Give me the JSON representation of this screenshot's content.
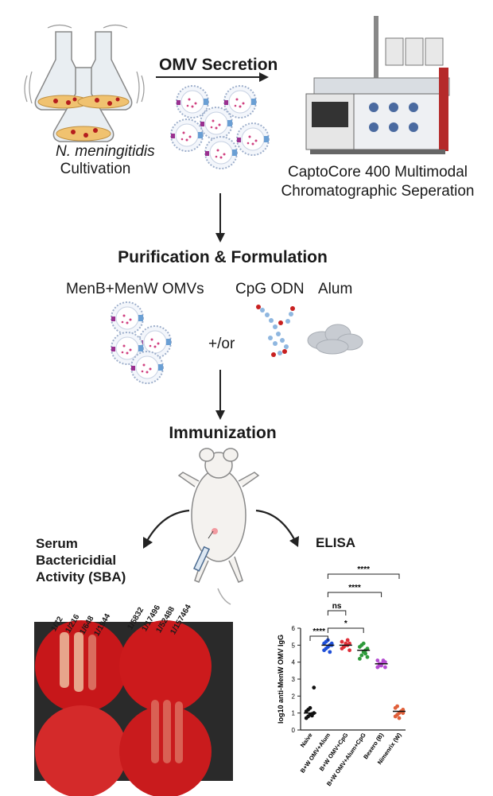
{
  "step1": {
    "organism": "N. meningitidis",
    "organism_suffix": "Cultivation",
    "arrow_label": "OMV Secretion",
    "instrument_line1": "CaptoCore 400 Multimodal",
    "instrument_line2": "Chromatographic Seperation"
  },
  "step2": {
    "title": "Purification & Formulation",
    "components": [
      "MenB+MenW OMVs",
      "CpG ODN",
      "Alum"
    ],
    "combine_label": "+/or"
  },
  "step3": {
    "title": "Immunization"
  },
  "sba": {
    "title_line1": "Serum",
    "title_line2": "Bactericidial",
    "title_line3": "Activity (SBA)",
    "plate_labels_left": [
      "1/72",
      "1/216",
      "1/648",
      "1/1944"
    ],
    "plate_labels_right": [
      "1/5832",
      "1/17496",
      "1/52488",
      "1/157464"
    ]
  },
  "elisa": {
    "title": "ELISA",
    "chart_data": {
      "type": "scatter",
      "ylabel": "log10 anti-MenW OMV IgG",
      "ylim": [
        0,
        6
      ],
      "yticks": [
        "0",
        "1",
        "2",
        "3",
        "4",
        "5",
        "6"
      ],
      "categories": [
        "Naive",
        "B+W OMV+Alum",
        "B+W OMV+CpG",
        "B+W OMV+Alum+CpG",
        "Bexero (B)",
        "Nimenrix (W)"
      ],
      "colors": [
        "#111111",
        "#1f4fd8",
        "#e0303a",
        "#2e9a3a",
        "#b44bd0",
        "#e0603a"
      ],
      "series": [
        {
          "values": [
            0.7,
            0.8,
            0.9,
            0.95,
            1.0,
            1.1,
            1.2,
            1.3,
            0.85,
            2.5
          ],
          "mean": 1.0
        },
        {
          "values": [
            4.7,
            4.8,
            4.9,
            5.0,
            5.0,
            5.1,
            5.2,
            5.3,
            4.6,
            5.1
          ],
          "mean": 5.0
        },
        {
          "values": [
            4.8,
            4.9,
            5.0,
            5.0,
            5.1,
            5.2,
            4.9,
            5.1,
            5.3,
            4.7
          ],
          "mean": 5.0
        },
        {
          "values": [
            4.2,
            4.4,
            4.6,
            4.7,
            4.8,
            4.9,
            5.0,
            5.1,
            4.5,
            4.3
          ],
          "mean": 4.7
        },
        {
          "values": [
            3.7,
            3.8,
            3.9,
            4.0,
            4.0,
            4.1,
            3.9,
            3.8,
            4.1,
            3.7
          ],
          "mean": 3.9
        },
        {
          "values": [
            0.8,
            0.9,
            1.0,
            1.1,
            1.2,
            1.3,
            1.4,
            0.7,
            1.1,
            1.0
          ],
          "mean": 1.1
        }
      ],
      "significance": [
        {
          "from": "Naive",
          "to": "B+W OMV+Alum",
          "label": "****"
        },
        {
          "from": "B+W OMV+Alum",
          "to": "B+W OMV+CpG",
          "label": "ns"
        },
        {
          "from": "B+W OMV+Alum",
          "to": "B+W OMV+Alum+CpG",
          "label": "*"
        },
        {
          "from": "B+W OMV+Alum",
          "to": "Bexero (B)",
          "label": "****"
        },
        {
          "from": "B+W OMV+Alum",
          "to": "Nimenrix (W)",
          "label": "****"
        }
      ]
    }
  }
}
